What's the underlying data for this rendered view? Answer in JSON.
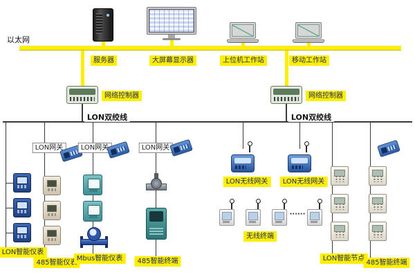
{
  "ethernet": {
    "label": "以太网"
  },
  "top_devices": [
    {
      "label": "服务器"
    },
    {
      "label": "大屏幕显示器"
    },
    {
      "label": "上位机工作站"
    },
    {
      "label": "移动工作站"
    }
  ],
  "controllers": [
    {
      "label": "网络控制器"
    },
    {
      "label": "网络控制器"
    }
  ],
  "lon_buses": [
    {
      "label": "LON双绞线"
    },
    {
      "label": "LON双绞线"
    }
  ],
  "lon_gateways": [
    {
      "label": "LON网关"
    },
    {
      "label": "LON网关"
    },
    {
      "label": "LON网关"
    }
  ],
  "wireless_gateways": [
    {
      "label": "LON无线网关"
    },
    {
      "label": "LON无线网关"
    }
  ],
  "wireless_terminal_group": {
    "label": "无线终端",
    "ellipsis": "······"
  },
  "device_groups": [
    {
      "label": "LON智能仪表"
    },
    {
      "label": "485智能仪表"
    },
    {
      "label": "Mbus智能仪表"
    },
    {
      "label": "485智能终端"
    },
    {
      "label": "LON智能节点"
    },
    {
      "label": "485智能终端"
    }
  ]
}
